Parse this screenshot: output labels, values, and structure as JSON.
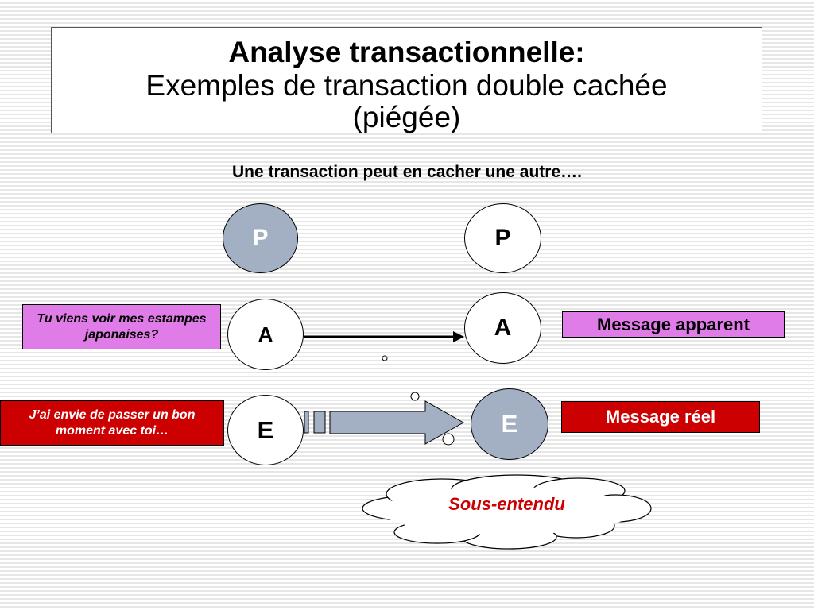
{
  "title": {
    "main": "Analyse transactionnelle:",
    "line2": "Exemples de transaction double cachée",
    "line3": "(piégée)"
  },
  "subtitle": "Une transaction peut en cacher une autre….",
  "left_states": {
    "p": "P",
    "a": "A",
    "e": "E"
  },
  "right_states": {
    "p": "P",
    "a": "A",
    "e": "E"
  },
  "messages": {
    "apparent_quote": "Tu viens voir mes estampes japonaises?",
    "real_quote": "J’ai envie de passer un bon moment avec toi…",
    "apparent_label": "Message apparent",
    "real_label": "Message réel"
  },
  "cloud": {
    "label": "Sous-entendu"
  },
  "colors": {
    "grey_state": "#a3b0c3",
    "violet": "#e07ce8",
    "red": "#cc0000",
    "arrow_fill": "#a3b0c3"
  }
}
